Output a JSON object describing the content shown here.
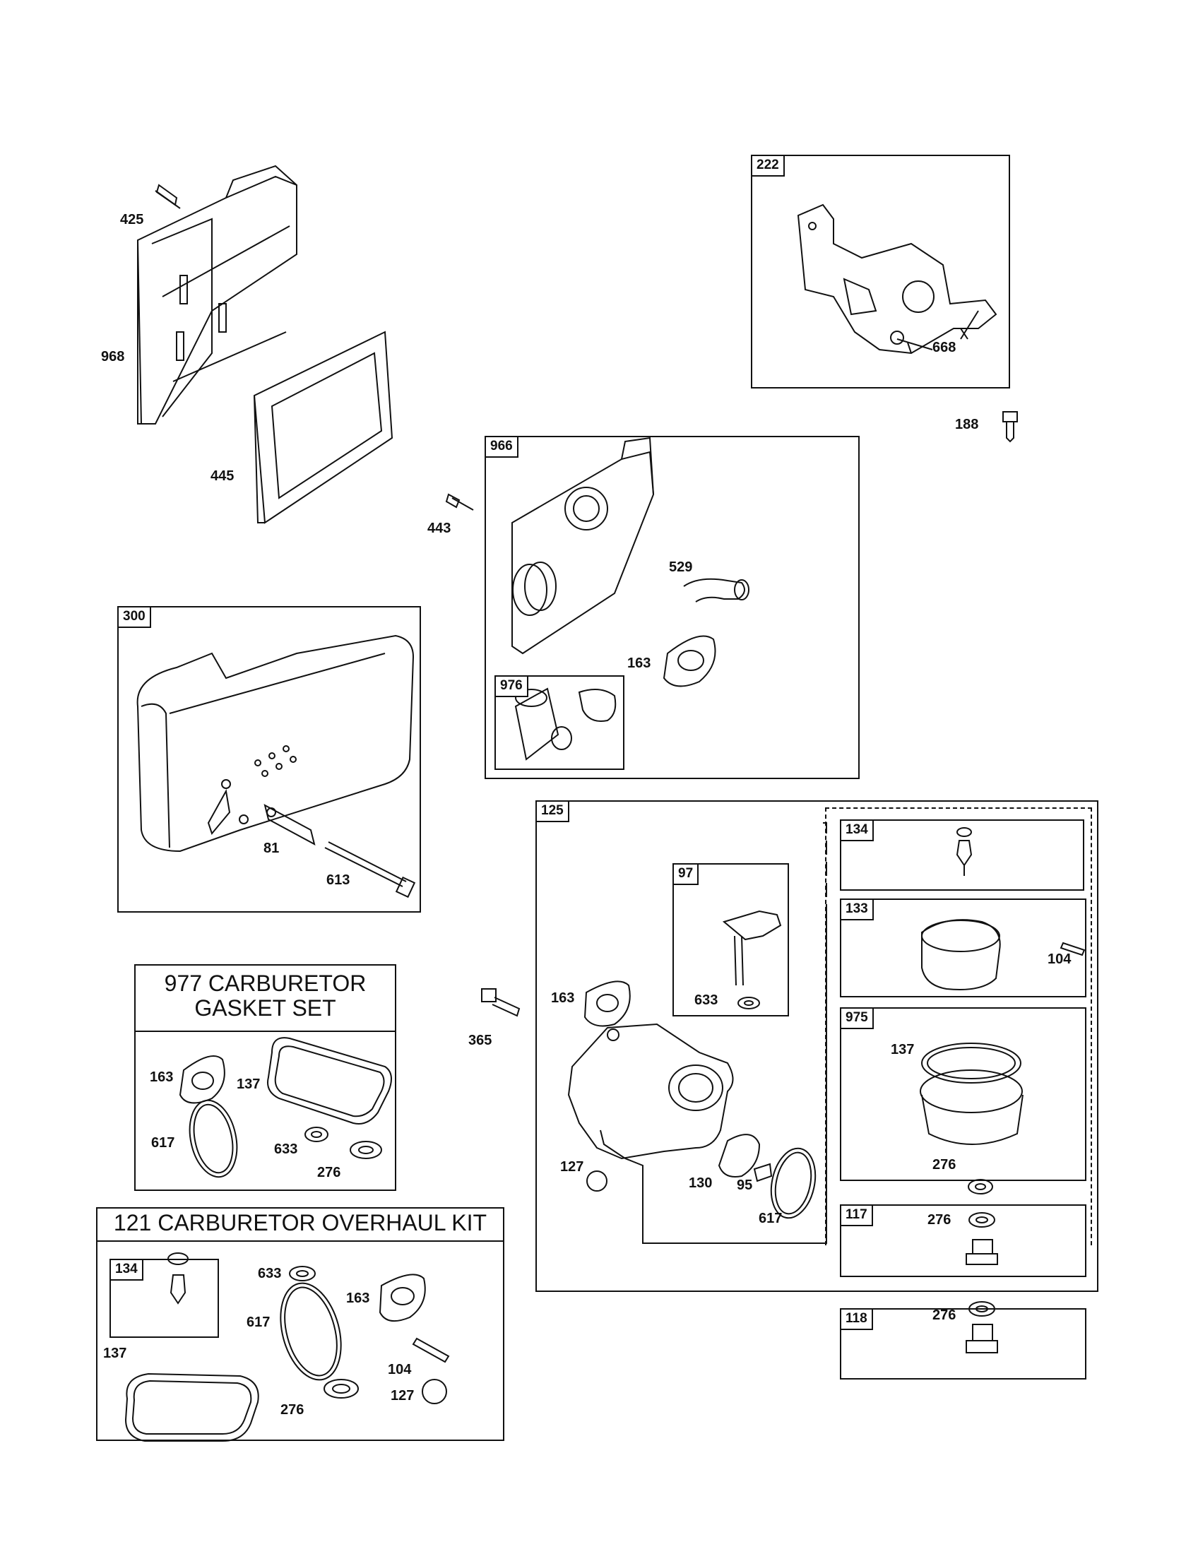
{
  "boxes": {
    "b222": "222",
    "b966": "966",
    "b976": "976",
    "b300": "300",
    "b125": "125",
    "b97": "97",
    "b134a": "134",
    "b133": "133",
    "b975": "975",
    "b117": "117",
    "b118": "118",
    "b134b": "134"
  },
  "titles": {
    "gasket_line1": "977 CARBURETOR",
    "gasket_line2": "GASKET SET",
    "overhaul": "121 CARBURETOR OVERHAUL KIT"
  },
  "labels": {
    "l425": "425",
    "l968": "968",
    "l445": "445",
    "l668": "668",
    "l188": "188",
    "l443": "443",
    "l529": "529",
    "l163a": "163",
    "l81": "81",
    "l613": "613",
    "l163b": "163",
    "l137a": "137",
    "l617a": "617",
    "l633a": "633",
    "l276a": "276",
    "l365": "365",
    "l163c": "163",
    "l633b": "633",
    "l127a": "127",
    "l130": "130",
    "l95": "95",
    "l617b": "617",
    "l104a": "104",
    "l137b": "137",
    "l276b": "276",
    "l276c": "276",
    "l276d": "276",
    "l633c": "633",
    "l617c": "617",
    "l163d": "163",
    "l137c": "137",
    "l104b": "104",
    "l276e": "276",
    "l127b": "127"
  }
}
